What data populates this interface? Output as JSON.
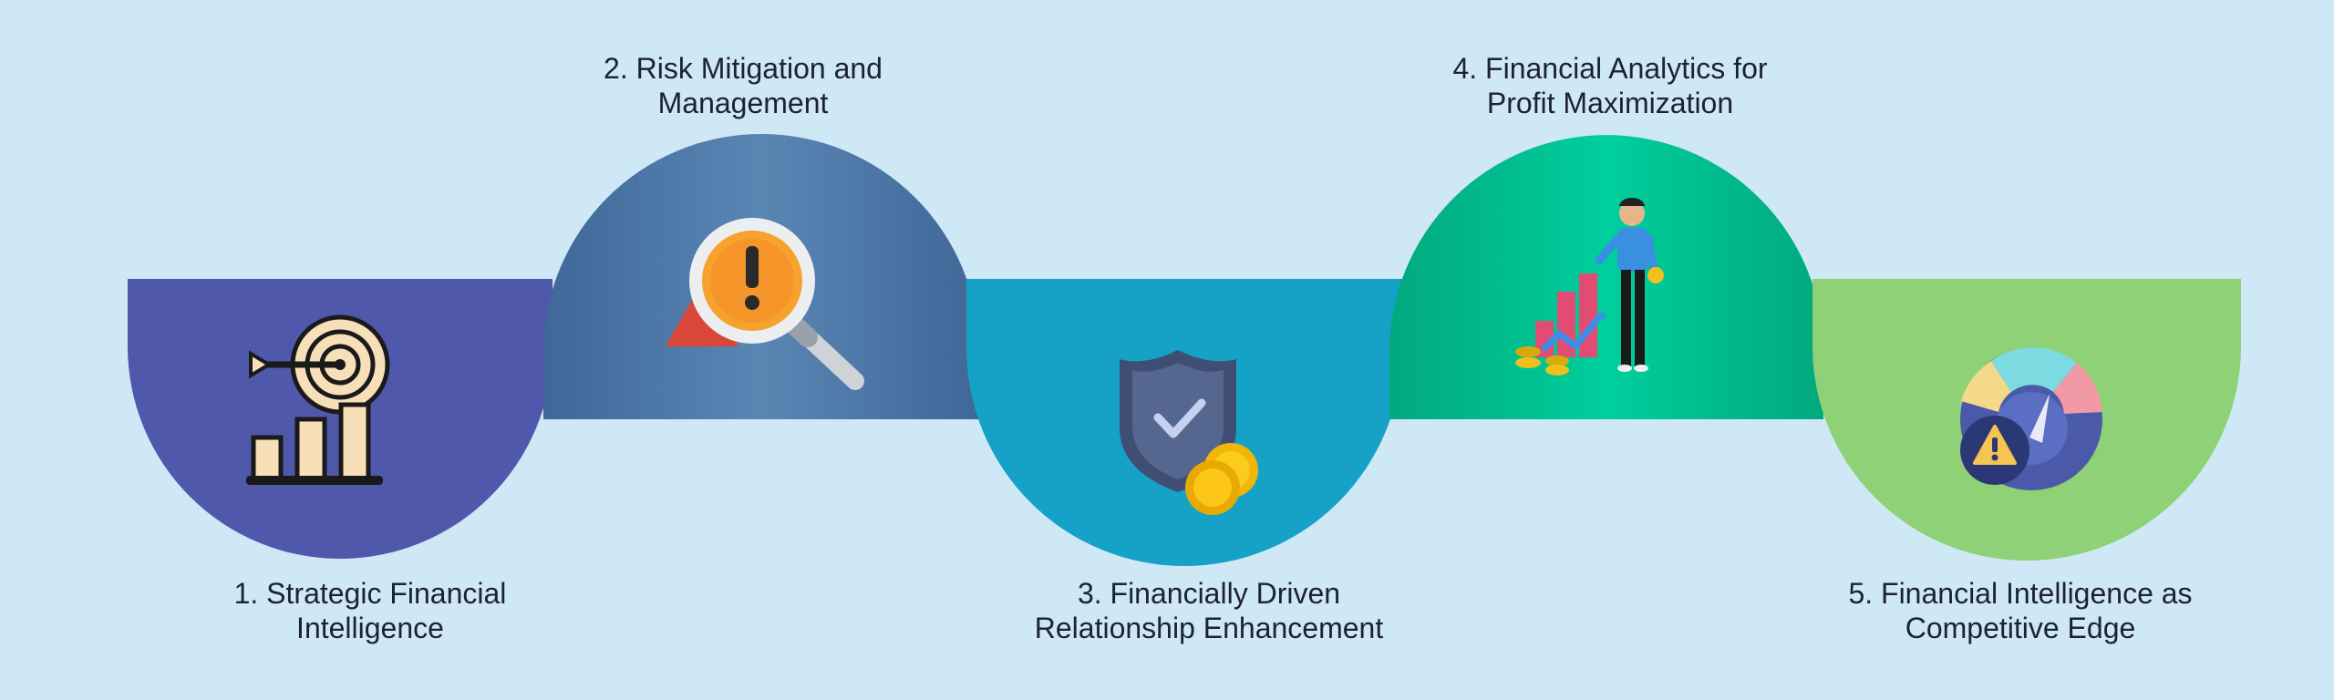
{
  "steps": [
    {
      "label": "1.  Strategic Financial\nIntelligence",
      "color": "#5058ab",
      "icon": "target-growth-chart-icon"
    },
    {
      "label": "2. Risk Mitigation and\nManagement",
      "color": "#4f7fae",
      "icon": "magnifier-warning-icon"
    },
    {
      "label": "3. Financially Driven\nRelationship Enhancement",
      "color": "#16a2c6",
      "icon": "shield-coins-icon"
    },
    {
      "label": "4. Financial Analytics for\nProfit Maximization",
      "color": "#00c897",
      "icon": "businessman-growth-chart-icon"
    },
    {
      "label": "5. Financial Intelligence as\nCompetitive Edge",
      "color": "#8ed177",
      "icon": "gauge-warning-icon"
    }
  ],
  "colors": {
    "background": "#cfe8f5",
    "text": "#1c2230"
  }
}
